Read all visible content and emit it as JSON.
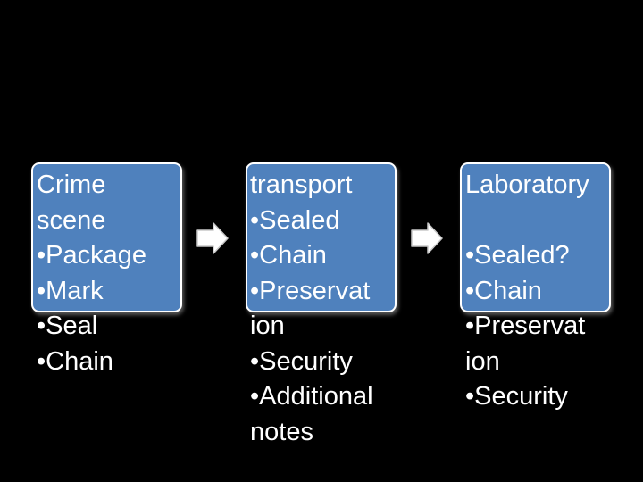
{
  "stages": [
    {
      "lines": [
        "Crime",
        "scene",
        "•Package",
        "•Mark",
        "•Seal",
        "•Chain"
      ]
    },
    {
      "lines": [
        "transport",
        "•Sealed",
        "•Chain",
        "•Preservat",
        "ion",
        "•Security",
        "•Additional",
        "notes"
      ]
    },
    {
      "lines": [
        "Laboratory",
        "",
        "•Sealed?",
        "•Chain",
        "•Preservat",
        "ion",
        "•Security"
      ]
    }
  ],
  "colors": {
    "background": "#000000",
    "box_fill": "#4f81bd",
    "box_border": "#ffffff",
    "arrow_fill": "#ffffff",
    "text": "#ffffff"
  },
  "icons": {
    "connector": "block-arrow-right-icon"
  }
}
